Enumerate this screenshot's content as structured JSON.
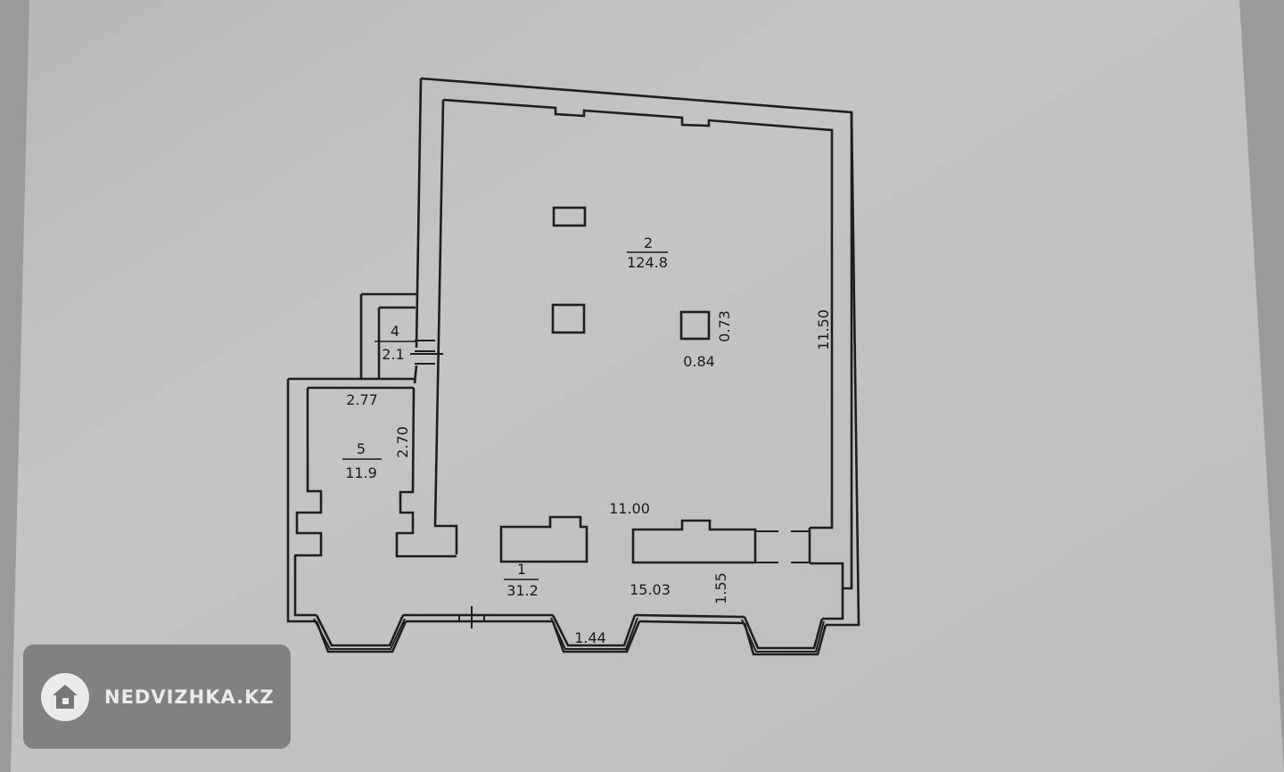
{
  "floorplan": {
    "rooms": [
      {
        "number": "1",
        "area": "31.2"
      },
      {
        "number": "2",
        "area": "124.8"
      },
      {
        "number": "4",
        "area": "2.1"
      },
      {
        "number": "5",
        "area": "11.9"
      }
    ],
    "dimensions": {
      "room2_width": "11.00",
      "room2_height": "11.50",
      "column_w": "0.84",
      "column_h": "0.73",
      "room5_width": "2.77",
      "room5_height": "2.70",
      "room1_length": "15.03",
      "room1_depth": "1.55",
      "bay_window": "1.44"
    }
  },
  "watermark": {
    "text": "NEDVIZHKA.KZ",
    "icon": "house-icon"
  },
  "colors": {
    "background": "#9b9a98",
    "paper": "#c6c7c5",
    "ink": "#1e1e1e",
    "watermark_bg": "#787775",
    "watermark_fg": "#ecebea"
  }
}
